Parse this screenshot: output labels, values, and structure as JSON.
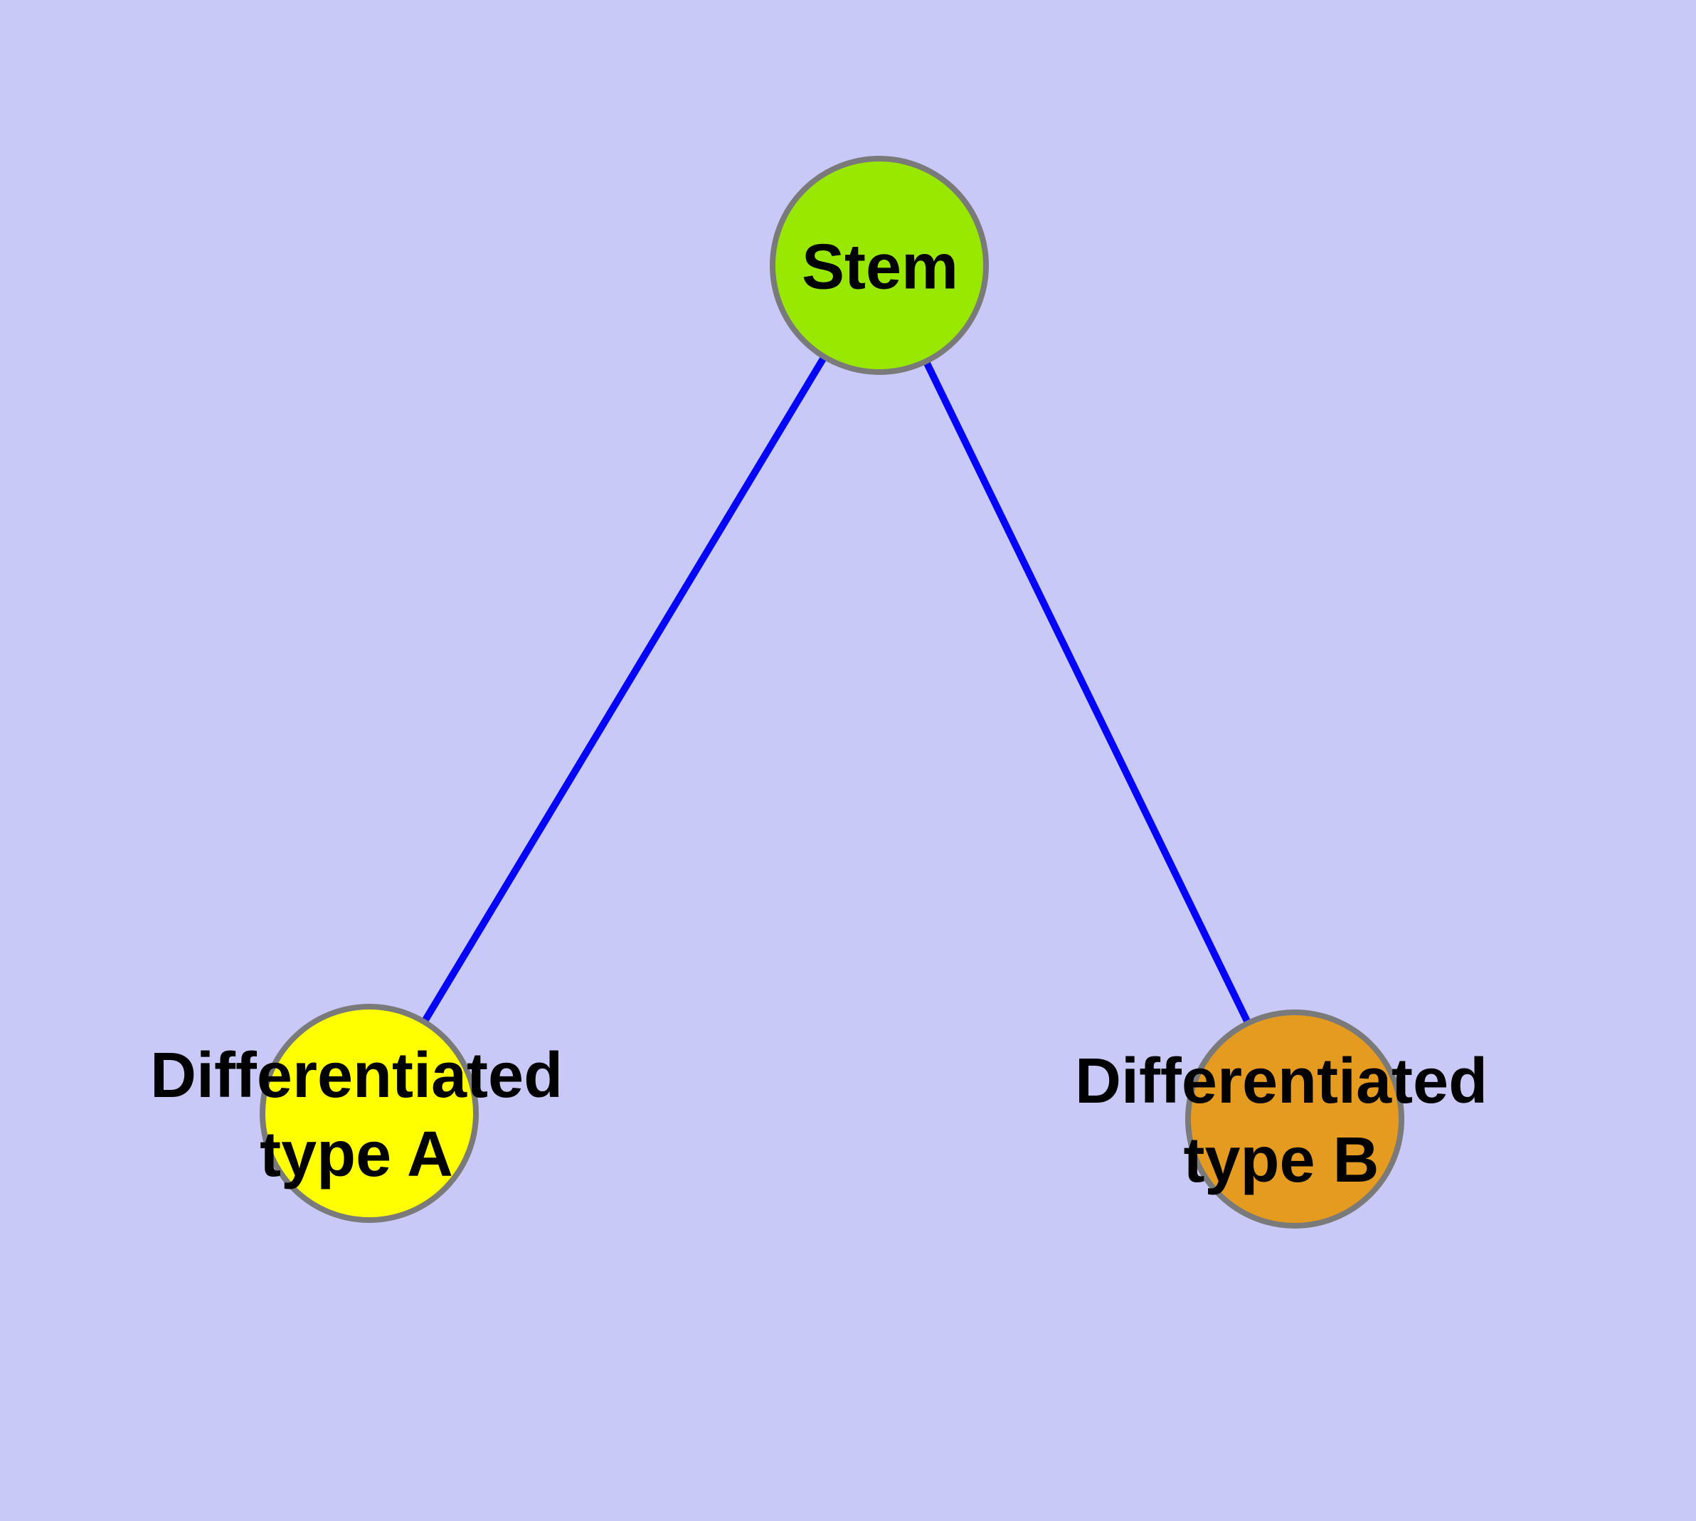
{
  "diagram": {
    "type": "node-link-graph",
    "background_color": "#C9C9F7",
    "edge_color": "#0404FB",
    "node_border_color": "#7A7A7A",
    "label_color": "#000000",
    "nodes": [
      {
        "id": "stem",
        "label_lines": [
          "Stem"
        ],
        "fill": "#99E800"
      },
      {
        "id": "differentiated-type-a",
        "label_lines": [
          "Differentiated",
          "type A"
        ],
        "fill": "#FFFF00"
      },
      {
        "id": "differentiated-type-b",
        "label_lines": [
          "Differentiated",
          "type B"
        ],
        "fill": "#E49B20"
      }
    ],
    "edges": [
      {
        "from": "Stem",
        "to": "Differentiated type A"
      },
      {
        "from": "Stem",
        "to": "Differentiated type B"
      }
    ]
  }
}
